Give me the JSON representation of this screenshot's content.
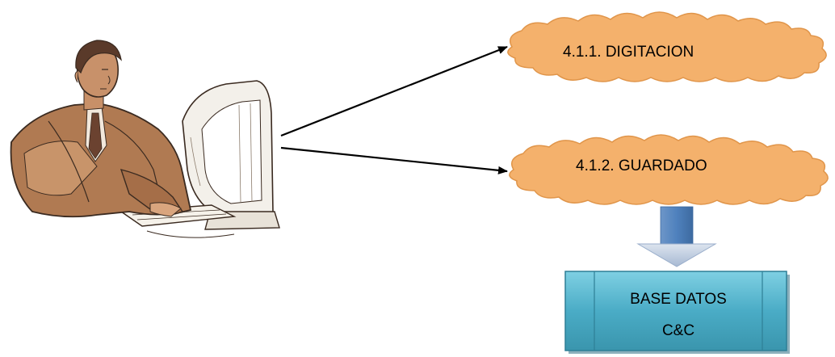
{
  "diagram": {
    "nodes": {
      "digitacion": {
        "label": "4.1.1. DIGITACION"
      },
      "guardado": {
        "label": "4.1.2. GUARDADO"
      },
      "database": {
        "line1": "BASE DATOS",
        "line2": "C&C"
      }
    },
    "icons": {
      "person": "person-at-computer-icon"
    },
    "colors": {
      "cloud_fill": "#f4b16c",
      "cloud_stroke": "#e0954a",
      "db_fill": "#4aacc6",
      "db_stroke": "#2e7f96",
      "down_arrow_fill": "#4f81bd",
      "down_arrow_head": "#b7c7dd",
      "person_skin": "#a0704f",
      "person_dark": "#5a3a2a"
    }
  }
}
